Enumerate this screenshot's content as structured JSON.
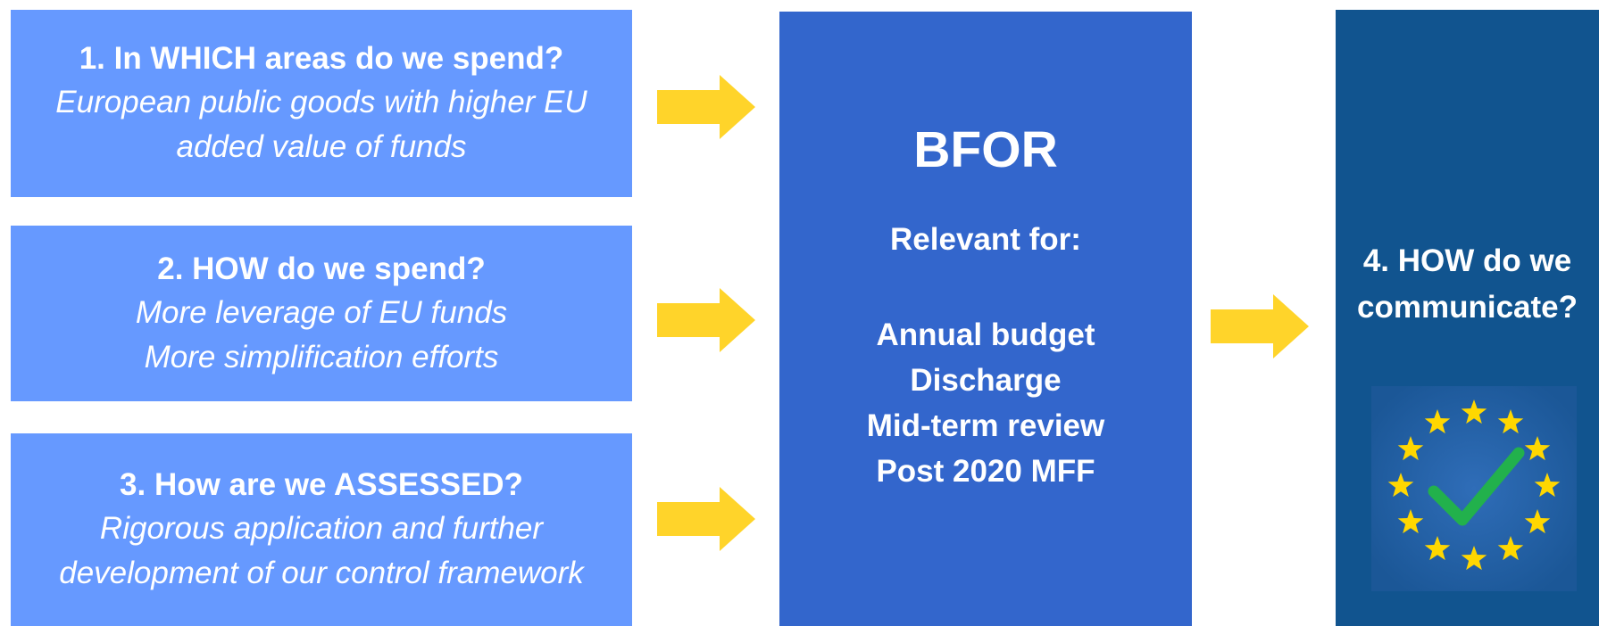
{
  "questions": [
    {
      "title": "1.  In WHICH areas do we spend?",
      "lines": [
        "European public goods with higher EU",
        "added value of funds"
      ]
    },
    {
      "title": "2. HOW do we spend?",
      "lines": [
        "More leverage of EU funds",
        "More simplification efforts"
      ]
    },
    {
      "title": "3. How are we ASSESSED?",
      "lines": [
        "Rigorous application and further",
        "development of our control framework"
      ]
    }
  ],
  "bfor": {
    "title": "BFOR",
    "subtitle": "Relevant for:",
    "items": [
      "Annual budget",
      "Discharge",
      "Mid-term review",
      "Post 2020 MFF"
    ]
  },
  "communicate": {
    "title_lines": [
      "4. HOW do we",
      "communicate?"
    ],
    "icon": "eu-stars-checkmark-icon"
  },
  "colors": {
    "question_box": "#6699ff",
    "bfor_box": "#3366cc",
    "communicate_box": "#11548f",
    "arrow": "#ffd42a",
    "star": "#ffd700",
    "checkmark": "#22b14c",
    "text": "#ffffff"
  }
}
